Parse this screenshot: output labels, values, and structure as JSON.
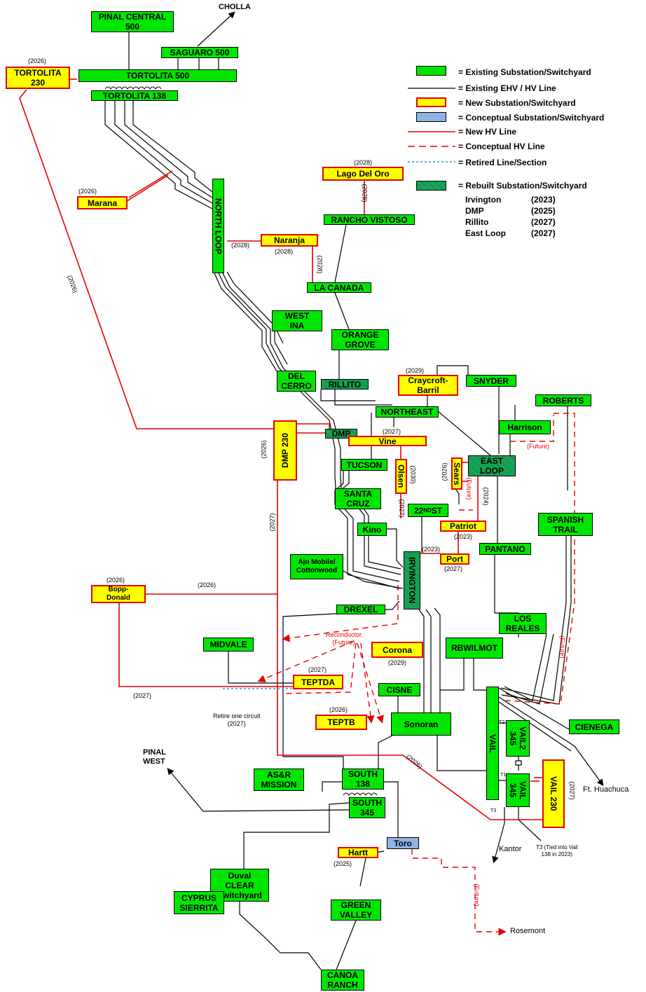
{
  "substations": {
    "pinal_central": "PINAL CENTRAL\n500",
    "saguaro": "SAGUARO 500",
    "tortolita500": "TORTOLITA 500",
    "tortolita138": "TORTOLITA 138",
    "tortolita230": "TORTOLITA\n230",
    "marana": "Marana",
    "north_loop": "NORTH LOOP",
    "lago_del_oro": "Lago Del Oro",
    "rancho_vistoso": "RANCHO VISTOSO",
    "naranja": "Naranja",
    "la_canada": "LA CANADA",
    "west_ina": "WEST\nINA",
    "orange_grove": "ORANGE\nGROVE",
    "del_cerro": "DEL\nCERRO",
    "rillito": "RILLITO",
    "craycroft": "Craycroft-\nBarril",
    "snyder": "SNYDER",
    "roberts": "ROBERTS",
    "northeast": "NORTHEAST",
    "harrison": "Harrison",
    "dmp230": "DMP 230",
    "dmp": "DMP",
    "vine": "Vine",
    "tucson": "TUCSON",
    "olsen": "Olsen",
    "sears": "Sears",
    "east_loop": "EAST\nLOOP",
    "santa_cruz": "SANTA\nCRUZ",
    "st22_main": "22",
    "st22_sup": "ND",
    "st22_end": " ST",
    "spanish_trail": "SPANISH\nTRAIL",
    "kino": "Kino",
    "patriot": "Patriot",
    "ajo": "Ajo Mobile/\nCottonwood",
    "irvington": "IRVINGTON",
    "port": "Port",
    "pantano": "PANTANO",
    "bopp": "Bopp-\nDonald",
    "drexel": "DREXEL",
    "los_reales": "LOS\nREALES",
    "midvale": "MIDVALE",
    "corona": "Corona",
    "rbwilmot": "RBWILMOT",
    "teptda": "TEPTDA",
    "cisne": "CISNE",
    "teptb": "TEPTB",
    "sonoran": "Sonoran",
    "vail": "VAIL",
    "vail2": "VAIL2\n345",
    "cienega": "CIENEGA",
    "asr": "AS&R\nMISSION",
    "south138": "SOUTH\n138",
    "south345": "SOUTH\n345",
    "vail345": "VAIL\n345",
    "vail230": "VAIL 230",
    "toro": "Toro",
    "hartt": "Hartt",
    "duval": "Duval\nCLEAR\nSwitchyard",
    "cyprus": "CYPRUS\nSIERRITA",
    "green_valley": "GREEN\nVALLEY",
    "canoa": "CANOA\nRANCH"
  },
  "labels": {
    "cholla": "CHOLLA",
    "pinal_west": "PINAL\nWEST",
    "ft_huachuca": "Ft. Huachuca",
    "kantor": "Kantor",
    "rosemont": "Rosemont",
    "t3_note": "T3 (Tied into Vail\n138 in 2023)",
    "retire_note": "Retire one circuit\n(2027)",
    "reconductor": "Reconductor\n(Future)",
    "t1": "T1",
    "t2": "T2",
    "t3": "T3",
    "y_tortolita230": "(2026)",
    "y_marana": "(2026)",
    "y_lago": "(2028)",
    "y_lago_line": "(2028)",
    "y_naranja_left": "(2028)",
    "y_naranja_below": "(2028)",
    "y_naranja_line": "(2028)",
    "y_tortolita_line": "(2026)",
    "y_craycroft": "(2029)",
    "y_vine": "(2027)",
    "y_dmp230": "(2026)",
    "y_olsen": "(2030)",
    "y_sears": "(2026)",
    "y_sears_future": "(Future)",
    "y_eastloop_line": "(2024)",
    "y_harrison_future": "(Future)",
    "y_vine_line": "(2027)",
    "y_patriot_below": "(2023)",
    "y_port_left": "(2023)",
    "y_port_below": "(2027)",
    "y_dmp_line": "(2027)",
    "y_bopp": "(2026)",
    "y_bopp_line": "(2026)",
    "y_corona": "(2029)",
    "y_teptda": "(2027)",
    "y_bopp_down": "(2027)",
    "y_teptb": "(2026)",
    "y_vail_line": "(2026)",
    "y_vail230": "(2027)",
    "y_hartt": "(2025)",
    "y_toro_future": "(Future)",
    "y_east_future": "(Future)"
  },
  "legend": {
    "existing_sub": "= Existing Substation/Switchyard",
    "existing_line": "= Existing EHV / HV Line",
    "new_sub": "= New Substation/Switchyard",
    "conceptual_sub": "= Conceptual Substation/Switchyard",
    "new_line": "= New HV Line",
    "conceptual_line": "= Conceptual HV Line",
    "retired_line": "= Retired Line/Section",
    "rebuilt_sub": "= Rebuilt Substation/Switchyard",
    "rebuilt_list": [
      {
        "name": "Irvington",
        "year": "(2023)"
      },
      {
        "name": "DMP",
        "year": "(2025)"
      },
      {
        "name": "Rillito",
        "year": "(2027)"
      },
      {
        "name": "East Loop",
        "year": "(2027)"
      }
    ]
  },
  "colors": {
    "existing": "#00e600",
    "new": "#ffff00",
    "conceptual": "#8eb4e3",
    "rebuilt": "#00b050",
    "new_line": "#e60000",
    "retired_line": "#1fa0c8"
  }
}
